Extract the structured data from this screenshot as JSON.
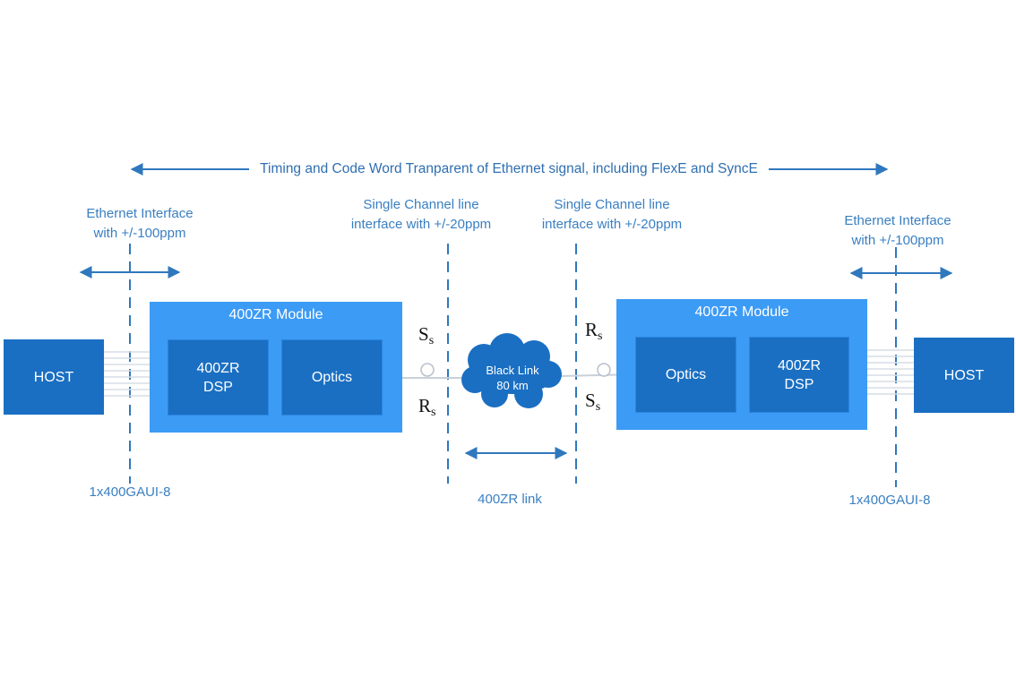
{
  "top_banner": "Timing and Code Word Tranparent of Ethernet signal, including FlexE and SyncE",
  "left": {
    "eth_interface": [
      "Ethernet Interface",
      "with +/-100ppm"
    ],
    "host": "HOST",
    "gaui": "1x400GAUI-8",
    "module_title": "400ZR Module",
    "dsp": [
      "400ZR",
      "DSP"
    ],
    "optics": "Optics",
    "ref_top_base": "S",
    "ref_top_sub": "s",
    "ref_bottom_base": "R",
    "ref_bottom_sub": "s"
  },
  "line_interface_left": [
    "Single Channel line",
    "interface with +/-20ppm"
  ],
  "line_interface_right": [
    "Single Channel line",
    "interface with +/-20ppm"
  ],
  "cloud": [
    "Black Link",
    "80 km"
  ],
  "link_label": "400ZR link",
  "right": {
    "eth_interface": [
      "Ethernet Interface",
      "with +/-100ppm"
    ],
    "host": "HOST",
    "gaui": "1x400GAUI-8",
    "module_title": "400ZR Module",
    "dsp": [
      "400ZR",
      "DSP"
    ],
    "optics": "Optics",
    "ref_top_base": "R",
    "ref_top_sub": "s",
    "ref_bottom_base": "S",
    "ref_bottom_sub": "s"
  },
  "colors": {
    "accent": "#2f78bd",
    "host_fill": "#1a6fc2",
    "module_fill": "#3c9bf5",
    "label_text": "#3a7fc1"
  }
}
